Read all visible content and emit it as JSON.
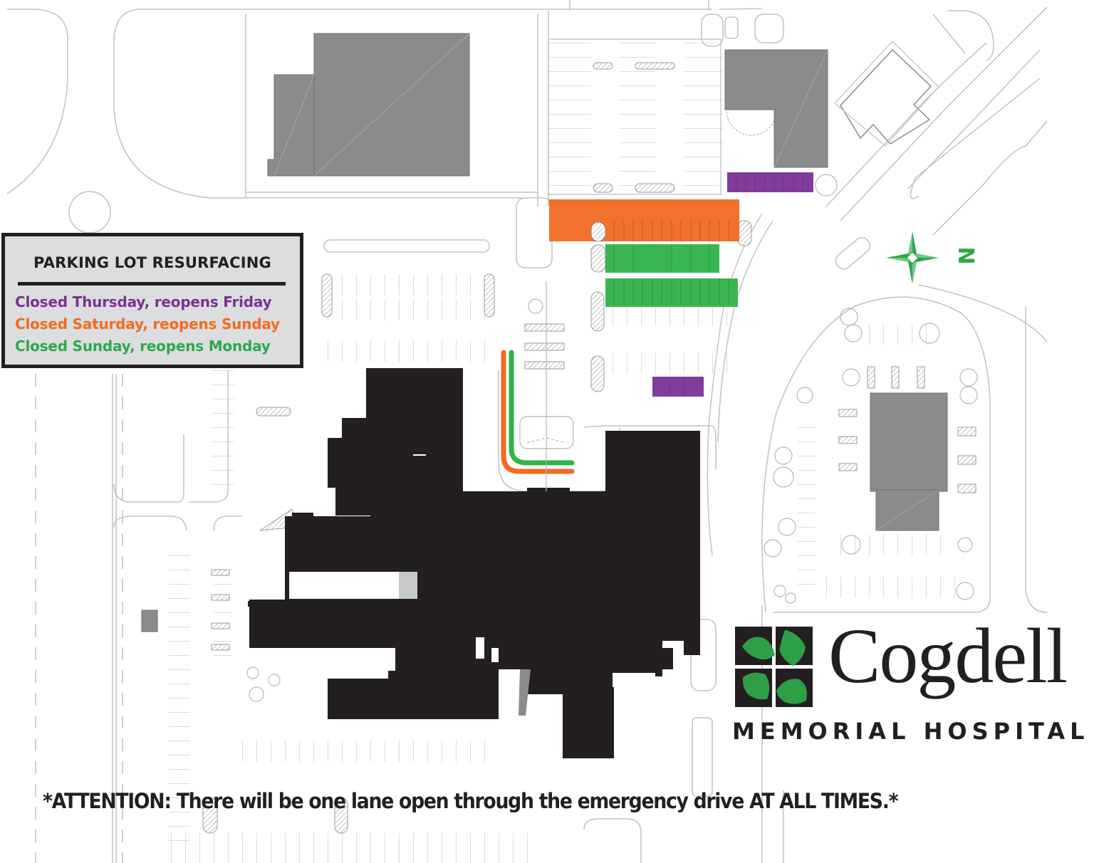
{
  "legend": {
    "title": "PARKING LOT RESURFACING",
    "items": [
      {
        "label": "Closed Thursday, reopens Friday",
        "color": "#7b3294"
      },
      {
        "label": "Closed Saturday, reopens Sunday",
        "color": "#f26a21"
      },
      {
        "label": "Closed Sunday, reopens Monday",
        "color": "#2ea84a"
      }
    ]
  },
  "compass": {
    "icon": "compass-rose-icon",
    "label": "N",
    "color": "#2ea84a"
  },
  "logo": {
    "name": "Cogdell",
    "subtitle": "MEMORIAL HOSPITAL",
    "mark_green": "#2e9e47",
    "mark_dark": "#231f20"
  },
  "notice": "*ATTENTION: There will be one lane open through the emergency drive AT ALL TIMES.*",
  "colors": {
    "building_hospital": "#231f20",
    "building_other": "#8a8b8d",
    "linework": "#bcbdbf",
    "hatch": "#9a9b9d",
    "legend_bg": "#dcdddf"
  }
}
